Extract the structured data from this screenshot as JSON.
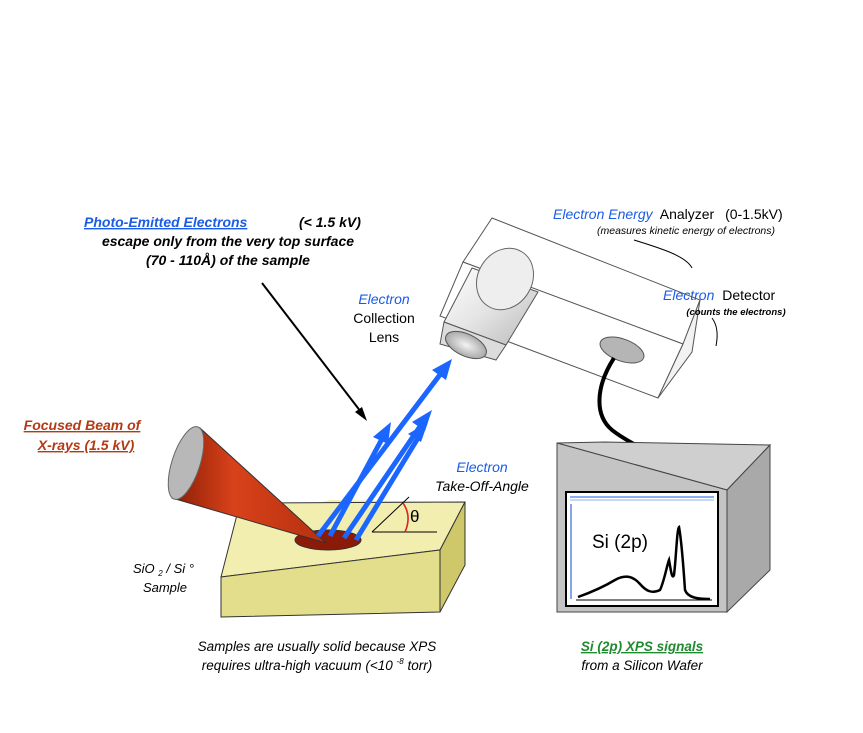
{
  "photo_emitted": {
    "title": "Photo-Emitted Electrons",
    "energy": "(< 1.5 kV)",
    "line2": "escape only from the very top surface",
    "line3": "(70 - 110Å) of the sample"
  },
  "analyzer": {
    "label_blue": "Electron Energy",
    "label_black": "Analyzer",
    "range": "(0-1.5kV)",
    "note": "(measures kinetic energy of electrons)"
  },
  "detector": {
    "label_blue": "Electron",
    "label_black": "Detector",
    "note": "(counts the electrons)"
  },
  "lens": {
    "line1": "Electron",
    "line2": "Collection",
    "line3": "Lens"
  },
  "xray": {
    "line1": "Focused Beam of",
    "line2": "X-rays (1.5 kV)"
  },
  "takeoff": {
    "line1": "Electron",
    "line2": "Take-Off-Angle",
    "symbol": "θ"
  },
  "sample": {
    "line1_a": "SiO",
    "line1_sub": "2",
    "line1_b": " / Si °",
    "line2": "Sample"
  },
  "footnote_left": {
    "line1": "Samples are usually solid because XPS",
    "line2_a": "requires ultra-high vacuum (<10",
    "line2_sup": "-8",
    "line2_b": " torr)"
  },
  "monitor": {
    "plot_label": "Si (2p)"
  },
  "footnote_right": {
    "line1": "Si (2p) XPS signals",
    "line2": "from a Silicon Wafer"
  },
  "colors": {
    "blue_text": "#1a5ce6",
    "red_text": "#b33a14",
    "green_text": "#1f8a2e",
    "xray_beam": "#c8320f",
    "electron_arrow": "#1a66ff",
    "sample_top": "#f2eeb0",
    "monitor_frame": "#c4c4c4"
  }
}
